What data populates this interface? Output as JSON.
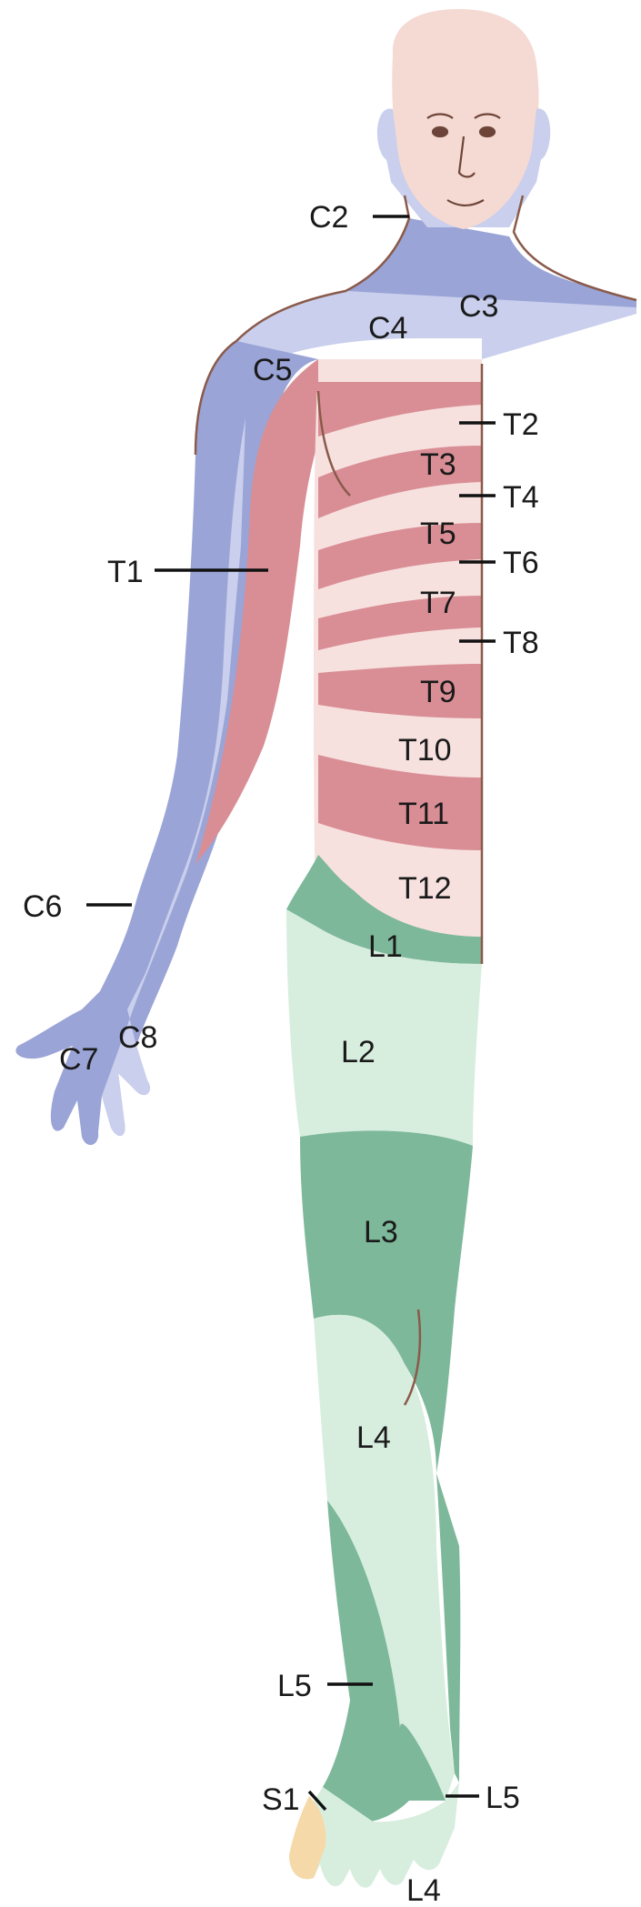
{
  "diagram": {
    "colors": {
      "skin": "#f5d9d3",
      "cervical_dark": "#9aa4d6",
      "cervical_light": "#c9cfec",
      "thoracic_dark": "#d98e95",
      "thoracic_light": "#f2c9ca",
      "thoracic_pale": "#f7e1df",
      "lumbar_dark": "#7db89a",
      "lumbar_light": "#d7eedf",
      "sacral": "#f6d9a8",
      "outline": "#8a5a4a"
    },
    "labels": {
      "C2": "C2",
      "C3": "C3",
      "C4": "C4",
      "C5": "C5",
      "C6": "C6",
      "C7": "C7",
      "C8": "C8",
      "T1": "T1",
      "T2": "T2",
      "T3": "T3",
      "T4": "T4",
      "T5": "T5",
      "T6": "T6",
      "T7": "T7",
      "T8": "T8",
      "T9": "T9",
      "T10": "T10",
      "T11": "T11",
      "T12": "T12",
      "L1": "L1",
      "L2": "L2",
      "L3": "L3",
      "L4": "L4",
      "L5": "L5",
      "L5_foot": "L5",
      "L4_foot": "L4",
      "S1": "S1"
    }
  }
}
